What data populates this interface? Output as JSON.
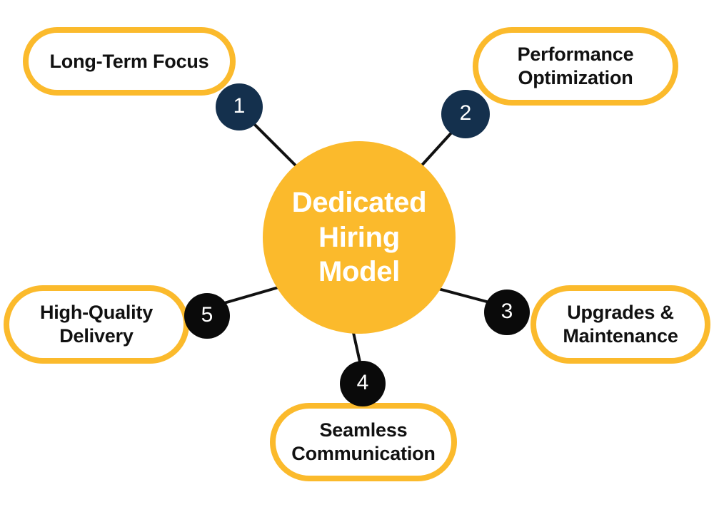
{
  "diagram": {
    "type": "hub-and-spoke",
    "center": {
      "label": "Dedicated\nHiring\nModel",
      "fill": "#FBBA2C",
      "text_color": "#FFFFFF"
    },
    "palette": {
      "accent_orange": "#FBBA2C",
      "badge_navy": "#14304D",
      "badge_black": "#0A0A0A",
      "node_text": "#111111",
      "background": "#FFFFFF",
      "connector": "#111111"
    },
    "nodes": [
      {
        "number": "1",
        "label": "Long-Term Focus",
        "badge_color": "#14304D",
        "position": "top-left"
      },
      {
        "number": "2",
        "label": "Performance\nOptimization",
        "badge_color": "#14304D",
        "position": "top-right"
      },
      {
        "number": "3",
        "label": "Upgrades &\nMaintenance",
        "badge_color": "#0A0A0A",
        "position": "right"
      },
      {
        "number": "4",
        "label": "Seamless\nCommunication",
        "badge_color": "#0A0A0A",
        "position": "bottom"
      },
      {
        "number": "5",
        "label": "High-Quality\nDelivery",
        "badge_color": "#0A0A0A",
        "position": "left"
      }
    ]
  }
}
